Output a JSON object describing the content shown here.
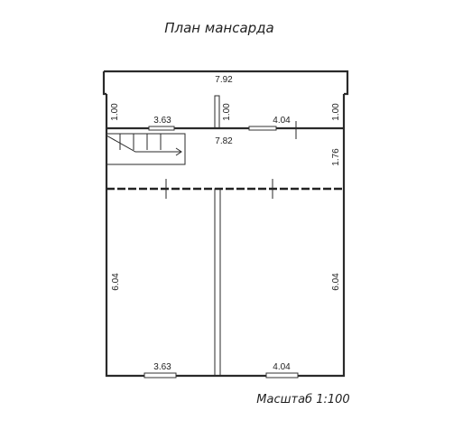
{
  "title": "План мансарда",
  "scale": "Масштаб 1:100",
  "dimensions": {
    "top_width": "7.92",
    "balcony_left_depth": "1.00",
    "balcony_mid_depth": "1.00",
    "balcony_right_depth": "1.00",
    "window_left_upper": "3.63",
    "window_right_upper": "4.04",
    "hall_width": "7.82",
    "hall_depth": "1.76",
    "room_left_depth": "6.04",
    "room_right_depth": "6.04",
    "window_left_lower": "3.63",
    "window_right_lower": "4.04"
  }
}
